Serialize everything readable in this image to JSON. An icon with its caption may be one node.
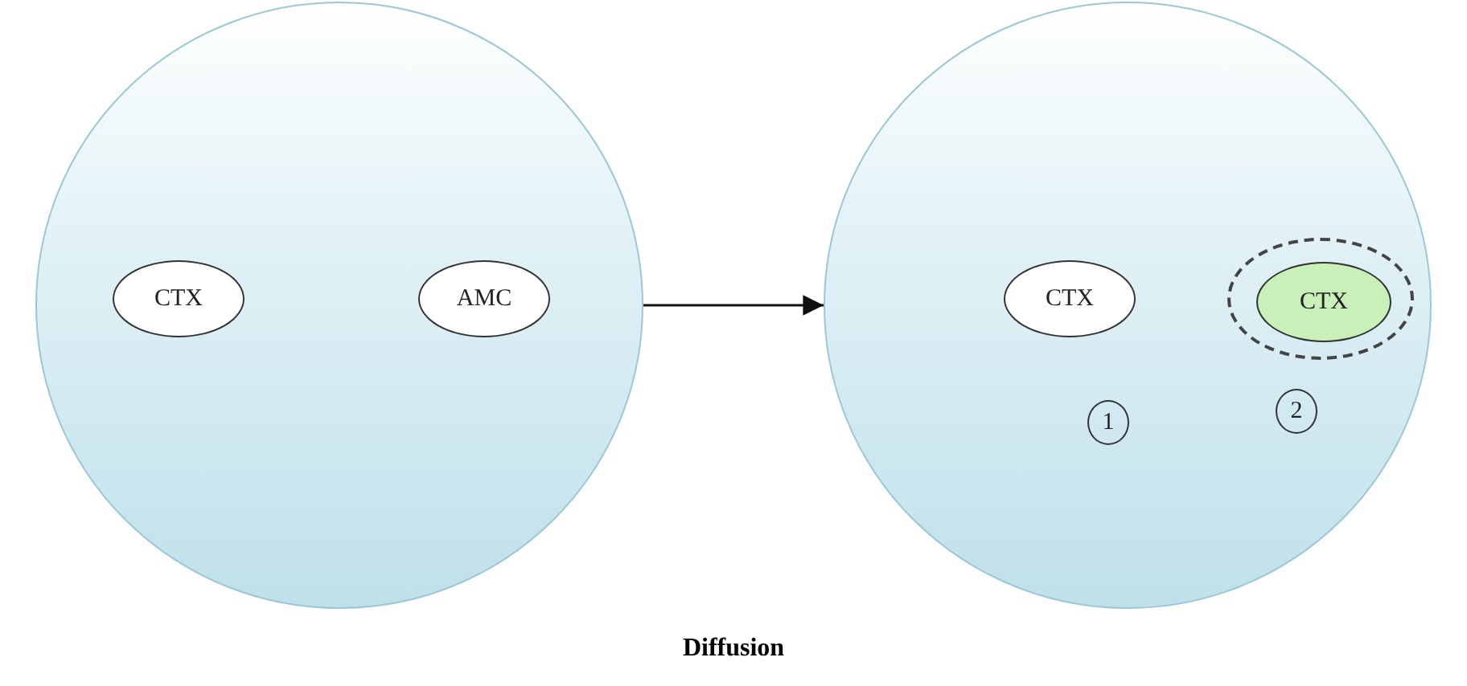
{
  "diagram": {
    "caption": "Diffusion",
    "nodes": [
      {
        "text": [],
        "shape": "circle"
      },
      {
        "text": [
          "CTX"
        ],
        "in": 0
      },
      {
        "text": [
          "AMC"
        ],
        "in": 0
      },
      {
        "text": [],
        "shape": "circle"
      },
      {
        "text": [
          "CTX"
        ],
        "in": 3
      },
      {
        "text": [],
        "shape": "ellipse",
        "in": 3
      },
      {
        "text": [
          "CTX"
        ],
        "in": 5
      },
      {
        "text": [
          "1"
        ],
        "in": 3
      },
      {
        "text": [
          "2"
        ],
        "in": 3
      }
    ],
    "edges": [
      {
        "from": 0,
        "to": 3,
        "arrow": "to"
      }
    ]
  }
}
